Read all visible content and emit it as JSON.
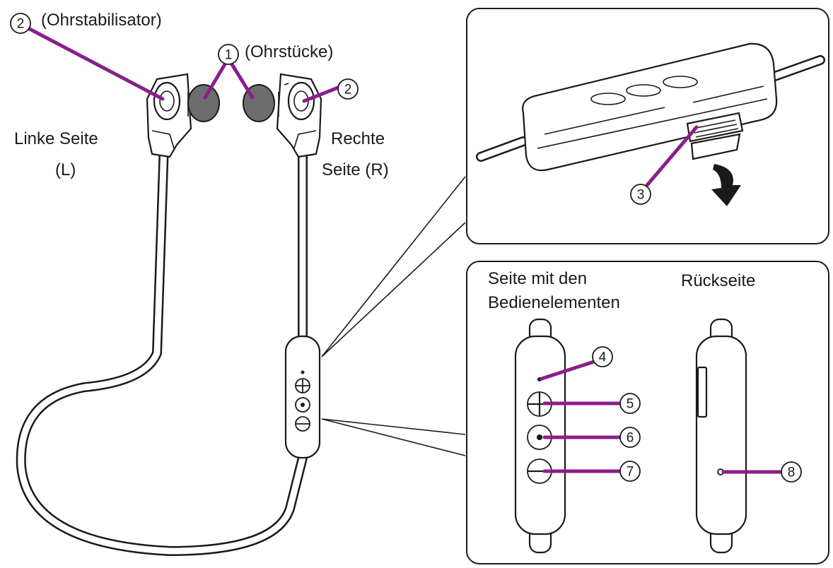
{
  "labels": {
    "ear_stabilizer": "(Ohrstabilisator)",
    "earpieces": "(Ohrstücke)",
    "left_side_line1": "Linke Seite",
    "left_side_line2": "(L)",
    "right_side_line1": "Rechte",
    "right_side_line2": "Seite (R)",
    "controls_side_line1": "Seite mit den",
    "controls_side_line2": "Bedienelementen",
    "back_side": "Rückseite"
  },
  "callouts": [
    "2",
    "1",
    "2",
    "3",
    "4",
    "5",
    "6",
    "7",
    "8"
  ],
  "colors": {
    "leader_line": "#8a1f8a",
    "earpiece_tip": "#6d6d6d",
    "outline": "#1a1a1a"
  },
  "icons": [
    "volume-up-icon",
    "multi-function-button-icon",
    "volume-down-icon",
    "arrow-down-icon"
  ]
}
